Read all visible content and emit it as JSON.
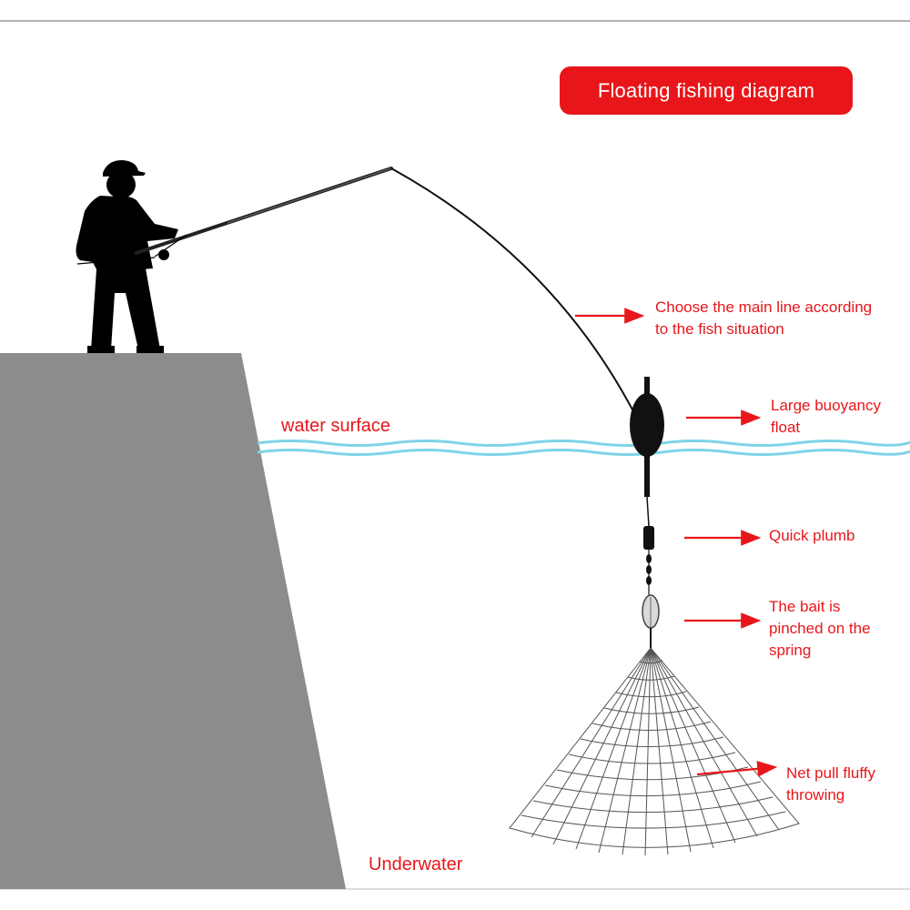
{
  "title": "Floating fishing diagram",
  "zones": {
    "water_surface": "water surface",
    "underwater": "Underwater"
  },
  "annotations": {
    "main_line": "Choose the main line according\nto the fish situation",
    "float": "Large buoyancy\nfloat",
    "plumb": "Quick plumb",
    "bait": "The bait is\npinched on the\nspring",
    "net": "Net pull fluffy\nthrowing"
  },
  "colors": {
    "accent": "#e8161a",
    "water": "#7fd3e6",
    "bank": "#8c8c8c",
    "silhouette": "#000000"
  },
  "icons": [
    "angler-silhouette-icon",
    "fishing-rod-icon",
    "float-icon",
    "plumb-icon",
    "bait-spring-icon",
    "fishing-net-icon",
    "arrow-right-icon"
  ]
}
